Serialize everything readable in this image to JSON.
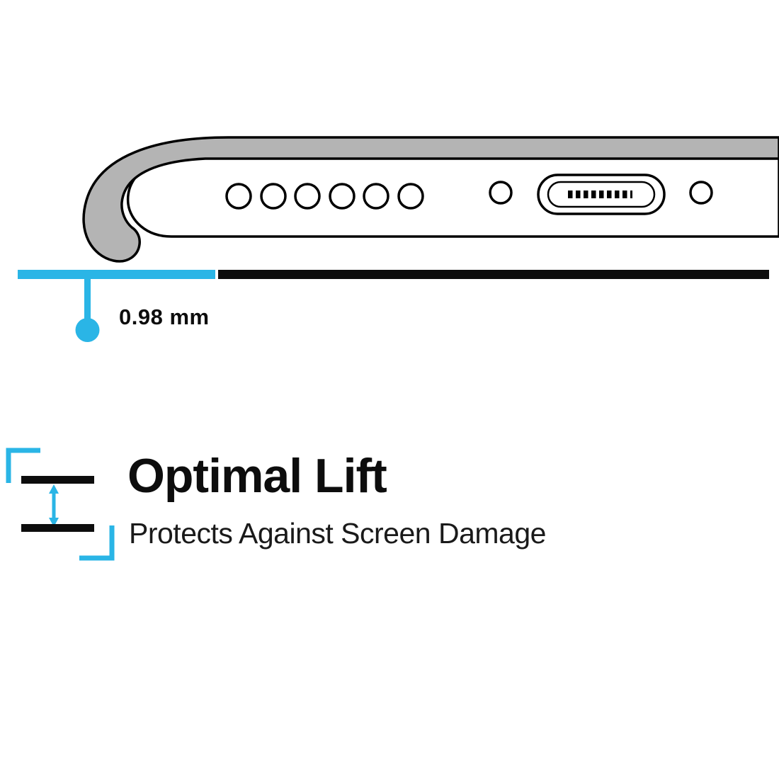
{
  "colors": {
    "accent_cyan": "#2ab5e6",
    "ink_black": "#0d0d0d",
    "case_gray": "#b4b4b4"
  },
  "diagram": {
    "speaker_hole_count": 6,
    "measurement": {
      "value": "0.98 mm"
    }
  },
  "feature": {
    "title": "Optimal Lift",
    "subtitle": "Protects Against Screen Damage"
  },
  "icons": {
    "lift_gap_icon": "double-headed-arrow-between-two-surfaces",
    "corner_brackets_icon": "cyan-corner-frame-brackets"
  }
}
